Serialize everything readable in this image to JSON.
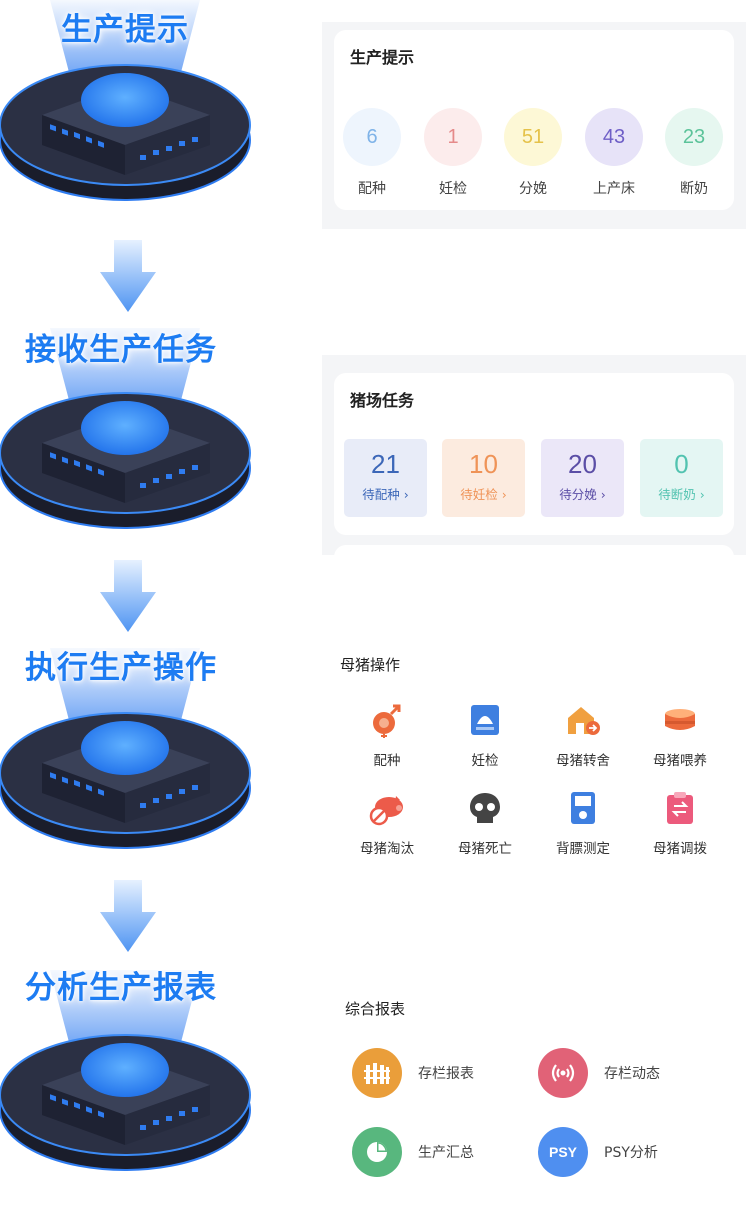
{
  "steps": [
    {
      "title": "生产提示"
    },
    {
      "title": "接收生产任务"
    },
    {
      "title": "执行生产操作"
    },
    {
      "title": "分析生产报表"
    }
  ],
  "production_tips": {
    "title": "生产提示",
    "items": [
      {
        "value": "6",
        "label": "配种",
        "color": "#7fb3e8",
        "bg": "#eef5fd"
      },
      {
        "value": "1",
        "label": "妊检",
        "color": "#e58a8a",
        "bg": "#fcecec"
      },
      {
        "value": "51",
        "label": "分娩",
        "color": "#e5c24a",
        "bg": "#fdf8d6"
      },
      {
        "value": "43",
        "label": "上产床",
        "color": "#6f5fc7",
        "bg": "#e7e3f8"
      },
      {
        "value": "23",
        "label": "断奶",
        "color": "#5cc39a",
        "bg": "#e6f7f0"
      }
    ]
  },
  "farm_tasks": {
    "title": "猪场任务",
    "items": [
      {
        "value": "21",
        "label": "待配种",
        "color": "#3c67b8",
        "bg": "#e8ecf8"
      },
      {
        "value": "10",
        "label": "待妊检",
        "color": "#ef9357",
        "bg": "#fcebdf"
      },
      {
        "value": "20",
        "label": "待分娩",
        "color": "#5b4ea6",
        "bg": "#ebe7f8"
      },
      {
        "value": "0",
        "label": "待断奶",
        "color": "#52c3b0",
        "bg": "#e4f6f3"
      }
    ]
  },
  "sow_ops": {
    "title": "母猪操作",
    "items": [
      {
        "label": "配种",
        "icon": "breeding-icon"
      },
      {
        "label": "妊检",
        "icon": "ultrasound-icon"
      },
      {
        "label": "母猪转舍",
        "icon": "transfer-barn-icon"
      },
      {
        "label": "母猪喂养",
        "icon": "feeding-bowl-icon"
      },
      {
        "label": "母猪淘汰",
        "icon": "cull-pig-icon"
      },
      {
        "label": "母猪死亡",
        "icon": "skull-icon"
      },
      {
        "label": "背膘测定",
        "icon": "backfat-meter-icon"
      },
      {
        "label": "母猪调拨",
        "icon": "allocation-icon"
      }
    ]
  },
  "reports": {
    "title": "综合报表",
    "items": [
      {
        "label": "存栏报表",
        "icon": "fence-icon",
        "color": "#ea9e3a"
      },
      {
        "label": "存栏动态",
        "icon": "signal-icon",
        "color": "#e16277"
      },
      {
        "label": "生产汇总",
        "icon": "pie-chart-icon",
        "color": "#58b77e"
      },
      {
        "label": "PSY分析",
        "icon_text": "PSY",
        "icon": "psy-badge-icon",
        "color": "#4f8ff0"
      }
    ]
  }
}
